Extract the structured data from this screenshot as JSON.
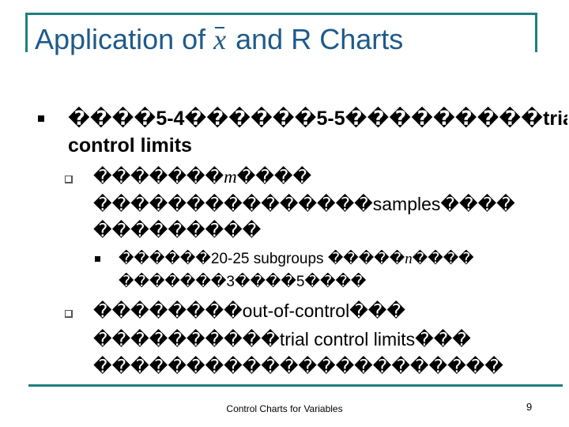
{
  "slide": {
    "title_before": "Application of",
    "title_symbol": "x",
    "title_after": "and R Charts",
    "body": {
      "item1": {
        "line1": {
          "t1": "����",
          "t2": "5-4",
          "t3": "������",
          "t4": "5-5",
          "t5": "���������",
          "t6": "trial",
          "t7": "���"
        },
        "line2": "control limits"
      },
      "item2": {
        "line1": {
          "t1": "�������",
          "t2": "m",
          "t3": "����"
        },
        "line2": {
          "t1": "���������������",
          "t2": "samples",
          "t3": "����"
        },
        "line3": "���������"
      },
      "item3": {
        "line1": {
          "t1": "������",
          "t2": "20-25",
          "t3": "subgroups",
          "t4": "�����",
          "t5": "n",
          "t6": "����"
        },
        "line2": {
          "t1": "�������",
          "t2": "3",
          "t3": "����",
          "t4": "5",
          "t5": "����"
        }
      },
      "item4": {
        "line1": {
          "t1": "��������",
          "t2": "out-of-control",
          "t3": "���"
        },
        "line2": {
          "t1": "����������",
          "t2": "trial control limits",
          "t3": "���"
        },
        "line3": "����������������������"
      }
    },
    "footer": "Control Charts for Variables",
    "page_number": "9"
  }
}
